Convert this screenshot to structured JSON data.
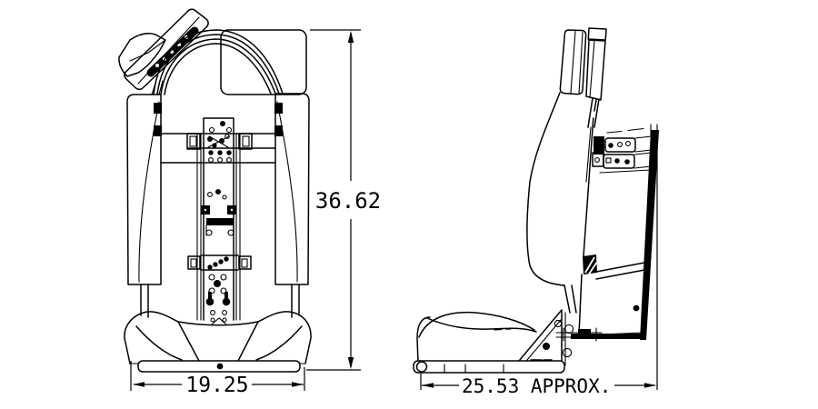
{
  "drawing": {
    "background_color": "#ffffff",
    "line_color": "#000000",
    "views": {
      "front": {
        "height_label": "36.62",
        "width_label": "19.25"
      },
      "side": {
        "depth_label": "25.53 APPROX."
      }
    }
  }
}
